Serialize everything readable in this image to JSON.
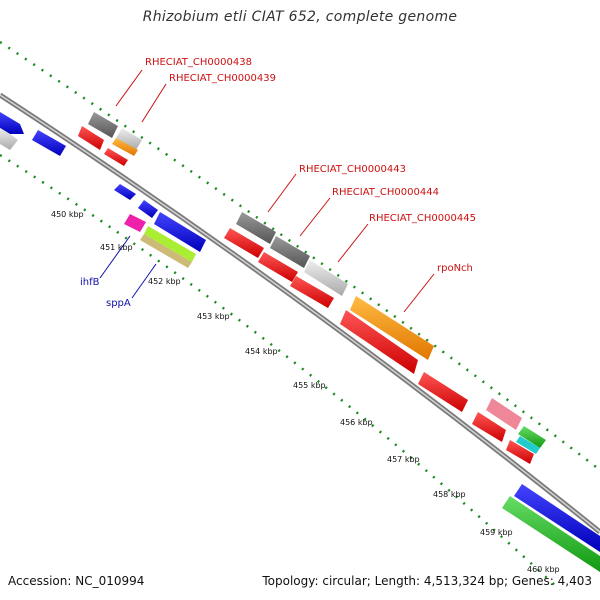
{
  "title": "Rhizobium etli CIAT 652, complete genome",
  "footer": {
    "accession": "Accession: NC_010994",
    "summary": "Topology: circular; Length: 4,513,324 bp; Genes: 4,403"
  },
  "ticks": [
    "450 kbp",
    "451 kbp",
    "452 kbp",
    "453 kbp",
    "454 kbp",
    "455 kbp",
    "456 kbp",
    "457 kbp",
    "458 kbp",
    "459 kbp",
    "460 kbp"
  ],
  "gene_labels": {
    "g438": "RHECIAT_CH0000438",
    "g439": "RHECIAT_CH0000439",
    "g443": "RHECIAT_CH0000443",
    "g444": "RHECIAT_CH0000444",
    "g445": "RHECIAT_CH0000445",
    "rpoN": "rpoNch",
    "ihfB": "ihfB",
    "sppA": "sppA"
  },
  "colors": {
    "backbone": "#8a8a8a",
    "dots": "#1e8a1e",
    "red": "#ee1111",
    "blue": "#1111ee",
    "grey_dark": "#6e6e6e",
    "grey_light": "#c8c8c8",
    "orange": "#ff9900",
    "pink": "#ee88aa",
    "magenta": "#ee22aa",
    "green": "#33cc33",
    "cyan": "#22cccc",
    "lime": "#aaee33",
    "khaki": "#ccbb77"
  }
}
